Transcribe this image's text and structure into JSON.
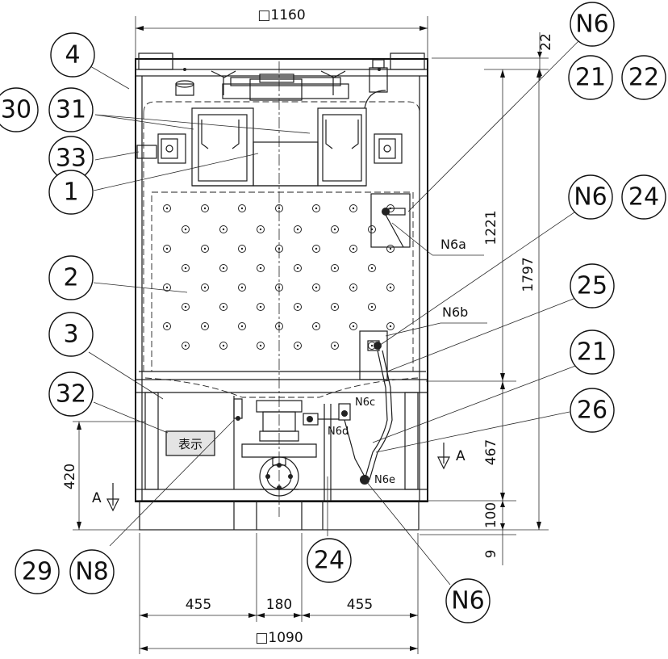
{
  "drawing": {
    "dimensions": {
      "top_width": "□1160",
      "top_gap": "22",
      "height_upper": "1221",
      "height_total": "1797",
      "height_lower": "467",
      "base_height": "100",
      "bottom_gap": "9",
      "left_height": "420",
      "bottom_left": "455",
      "bottom_center": "180",
      "bottom_right": "455",
      "bottom_width": "□1090"
    },
    "callouts": {
      "c4": "4",
      "c30": "30",
      "c31": "31",
      "c33": "33",
      "c1": "1",
      "c2": "2",
      "c3": "3",
      "c32": "32",
      "c29": "29",
      "cN8": "N8",
      "c24_bottom": "24",
      "cN6_bottom": "N6",
      "cN6_top": "N6",
      "c21_top": "21",
      "c22_top": "22",
      "cN6_mid": "N6",
      "c24_mid": "24",
      "c25": "25",
      "c21_mid": "21",
      "c26": "26"
    },
    "nozzle_labels": {
      "n6a": "N6a",
      "n6b": "N6b",
      "n6c": "N6c",
      "n6d": "N6d",
      "n6e": "N6e"
    },
    "section_marks": {
      "left": "A",
      "right": "A"
    },
    "plate_text": "表示"
  }
}
